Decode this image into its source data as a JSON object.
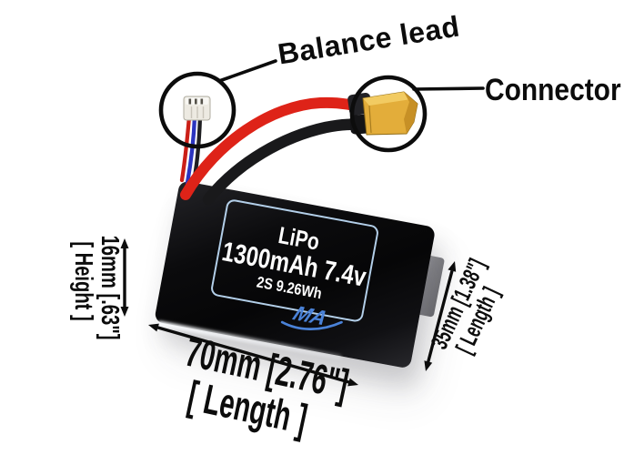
{
  "callouts": {
    "balance_lead": "Balance lead",
    "connector": "Connector"
  },
  "battery_label": {
    "chemistry": "LiPo",
    "capacity_voltage": "1300mAh 7.4v",
    "config_energy": "2S 9.26Wh",
    "logo_text": "MA"
  },
  "dimensions": {
    "height": {
      "value": "16mm [.63\"]",
      "caption": "[ Height ]"
    },
    "length_bottom": {
      "value": "70mm [2.76\"]",
      "caption": "[ Length ]"
    },
    "length_side": {
      "value": "35mm [1.38\"]",
      "caption": "[ Length ]"
    }
  },
  "colors": {
    "annotation": "#0c0c0c",
    "wire_red": "#de2318",
    "wire_black": "#19191b",
    "balance_wire_blue": "#2b34c0",
    "connector_yellow": "#e3ad3a",
    "label_border_blue": "#b3cfe9",
    "logo_blue": "#4a82d8"
  }
}
